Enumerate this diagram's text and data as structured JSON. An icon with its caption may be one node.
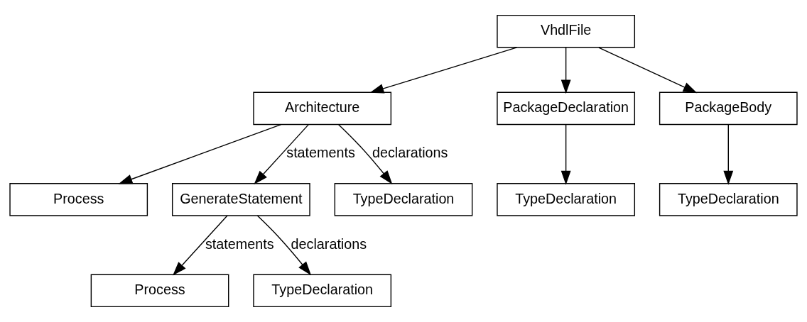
{
  "diagram": {
    "nodes": [
      {
        "text": [
          "VhdlFile"
        ]
      },
      {
        "text": [
          "Architecture"
        ]
      },
      {
        "text": [
          "PackageDeclaration"
        ]
      },
      {
        "text": [
          "PackageBody"
        ]
      },
      {
        "text": [
          "Process"
        ]
      },
      {
        "text": [
          "GenerateStatement"
        ]
      },
      {
        "text": [
          "TypeDeclaration"
        ]
      },
      {
        "text": [
          "TypeDeclaration"
        ]
      },
      {
        "text": [
          "TypeDeclaration"
        ]
      },
      {
        "text": [
          "Process"
        ]
      },
      {
        "text": [
          "TypeDeclaration"
        ]
      }
    ],
    "edges": [
      {
        "from": 0,
        "to": 1,
        "arrow": "to"
      },
      {
        "from": 0,
        "to": 2,
        "arrow": "to"
      },
      {
        "from": 0,
        "to": 3,
        "arrow": "to"
      },
      {
        "from": 1,
        "to": 4,
        "arrow": "to"
      },
      {
        "from": 1,
        "to": 5,
        "arrow": "to",
        "label": "statements"
      },
      {
        "from": 1,
        "to": 6,
        "arrow": "to",
        "label": "declarations"
      },
      {
        "from": 2,
        "to": 7,
        "arrow": "to"
      },
      {
        "from": 3,
        "to": 8,
        "arrow": "to"
      },
      {
        "from": 5,
        "to": 9,
        "arrow": "to",
        "label": "statements"
      },
      {
        "from": 5,
        "to": 10,
        "arrow": "to",
        "label": "declarations"
      }
    ]
  }
}
